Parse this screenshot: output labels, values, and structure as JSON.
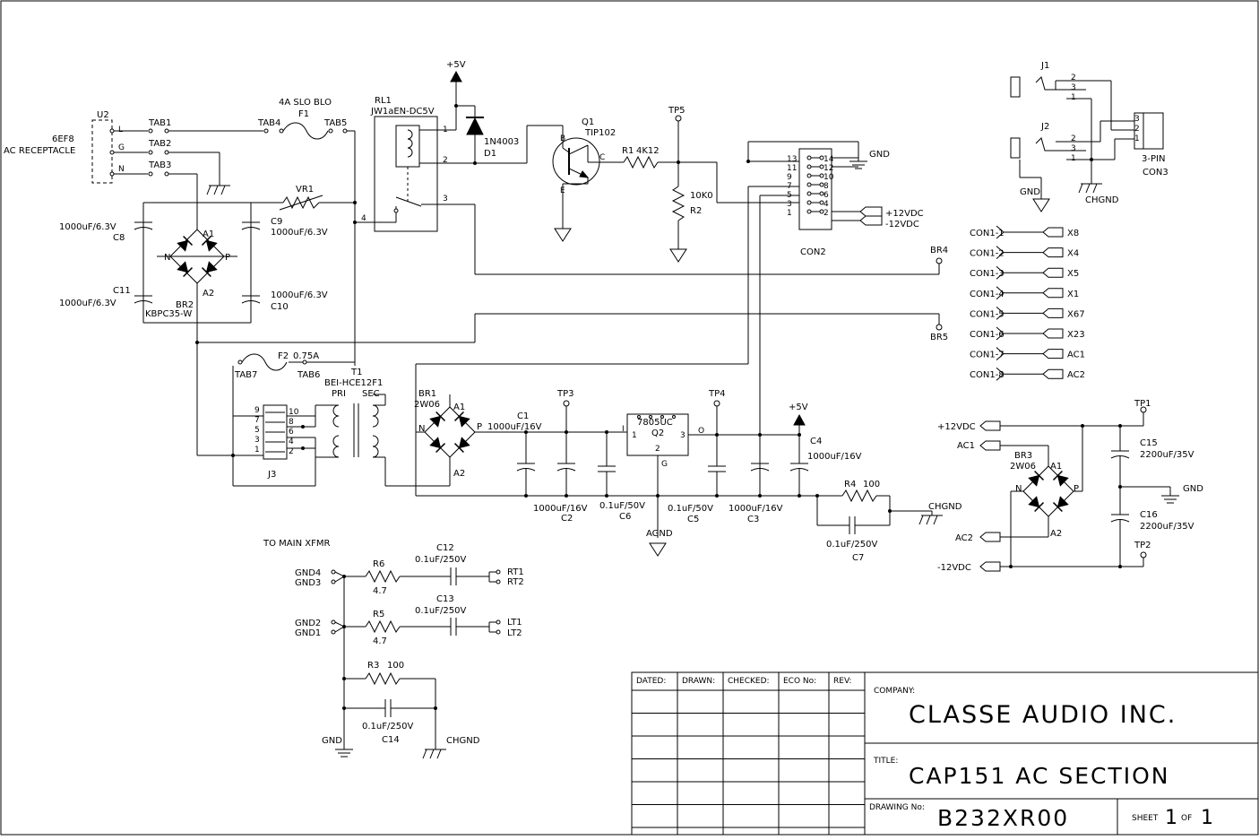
{
  "labels": {
    "U2": {
      "ref": "U2",
      "part": "6EF8",
      "desc": "AC RECEPTACLE",
      "pinL": "L",
      "pinG": "G",
      "pinN": "N"
    },
    "TAB1": "TAB1",
    "TAB2": "TAB2",
    "TAB3": "TAB3",
    "TAB4": "TAB4",
    "TAB5": "TAB5",
    "TAB6": "TAB6",
    "TAB7": "TAB7",
    "F1": {
      "ref": "F1",
      "value": "4A SLO BLO"
    },
    "F2": {
      "ref": "F2",
      "value": "0.75A"
    },
    "VR1": "VR1",
    "C8": {
      "ref": "C8",
      "value": "1000uF/6.3V"
    },
    "C9": {
      "ref": "C9",
      "value": "1000uF/6.3V"
    },
    "C10": {
      "ref": "C10",
      "value": "1000uF/6.3V"
    },
    "C11": {
      "ref": "C11",
      "value": "1000uF/6.3V"
    },
    "BR2": {
      "ref": "BR2",
      "part": "KBPC35-W",
      "a1": "A1",
      "a2": "A2",
      "n": "N",
      "p": "P"
    },
    "RL1": {
      "ref": "RL1",
      "part": "JW1aEN-DC5V",
      "p1": "1",
      "p2": "2",
      "p3": "3",
      "p4": "4"
    },
    "D1": {
      "ref": "D1",
      "part": "1N4003"
    },
    "plus5v_top": "+5V",
    "Q1": {
      "ref": "Q1",
      "part": "TIP102",
      "b": "B",
      "c": "C",
      "e": "E"
    },
    "R1": {
      "ref": "R1",
      "value": "4K12"
    },
    "TP5": "TP5",
    "R2": {
      "ref": "R2",
      "value": "10K0"
    },
    "CON2": {
      "ref": "CON2",
      "gnd": "GND",
      "p12": "+12VDC",
      "m12": "-12VDC",
      "pinsLeft": [
        "13",
        "11",
        "9",
        "7",
        "5",
        "3",
        "1"
      ],
      "pinsRight": [
        "14",
        "12",
        "10",
        "8",
        "6",
        "4",
        "2"
      ]
    },
    "BR4": "BR4",
    "BR5": "BR5",
    "T1": {
      "ref": "T1",
      "part": "BEI-HCE12F1",
      "pri": "PRI",
      "sec": "SEC"
    },
    "J3": {
      "ref": "J3",
      "pinsLeft": [
        "9",
        "7",
        "5",
        "3",
        "1"
      ],
      "pinsRight": [
        "10",
        "8",
        "6",
        "4",
        "2"
      ]
    },
    "BR1": {
      "ref": "BR1",
      "part": "2W06",
      "a1": "A1",
      "a2": "A2",
      "n": "N",
      "p": "P"
    },
    "TP3": "TP3",
    "TP4": "TP4",
    "C1top": {
      "ref": "C1",
      "value": "1000uF/16V"
    },
    "C2": {
      "ref": "C2",
      "value": "1000uF/16V"
    },
    "C6": {
      "ref": "C6",
      "value": "0.1uF/50V"
    },
    "Q2": {
      "ref": "Q2",
      "part": "7805UC",
      "i": "I",
      "o": "O",
      "g": "G",
      "p1": "1",
      "p2": "2",
      "p3": "3"
    },
    "C5": {
      "ref": "C5",
      "value": "0.1uF/50V"
    },
    "C3": {
      "ref": "C3",
      "value": "1000uF/16V"
    },
    "plus5v_mid": "+5V",
    "C4": {
      "ref": "C4",
      "value": "1000uF/16V"
    },
    "R4": {
      "ref": "R4",
      "value": "100"
    },
    "C7": {
      "ref": "C7",
      "value": "0.1uF/250V"
    },
    "CHGND_mid": "CHGND",
    "AGND": "AGND",
    "J1": {
      "ref": "J1",
      "p1": "1",
      "p2": "2",
      "p3": "3"
    },
    "J2": {
      "ref": "J2",
      "p1": "1",
      "p2": "2",
      "p3": "3"
    },
    "CON3": {
      "ref": "CON3",
      "part": "3-PIN",
      "p1": "1",
      "p2": "2",
      "p3": "3"
    },
    "GND_j": "GND",
    "CHGND_j": "CHGND",
    "con1": [
      {
        "pin": "CON1-1",
        "net": "X8"
      },
      {
        "pin": "CON1-2",
        "net": "X4"
      },
      {
        "pin": "CON1-3",
        "net": "X5"
      },
      {
        "pin": "CON1-4",
        "net": "X1"
      },
      {
        "pin": "CON1-5",
        "net": "X67"
      },
      {
        "pin": "CON1-6",
        "net": "X23"
      },
      {
        "pin": "CON1-7",
        "net": "AC1"
      },
      {
        "pin": "CON1-8",
        "net": "AC2"
      }
    ],
    "TP1": "TP1",
    "TP2": "TP2",
    "p12vdc": "+12VDC",
    "m12vdc": "-12VDC",
    "AC1": "AC1",
    "AC2": "AC2",
    "BR3": {
      "ref": "BR3",
      "part": "2W06",
      "a1": "A1",
      "a2": "A2",
      "n": "N",
      "p": "P"
    },
    "C15": {
      "ref": "C15",
      "value": "2200uF/35V"
    },
    "C16": {
      "ref": "C16",
      "value": "2200uF/35V"
    },
    "GND_r": "GND",
    "to_main": "TO MAIN XFMR",
    "GND4": "GND4",
    "GND3": "GND3",
    "GND2": "GND2",
    "GND1": "GND1",
    "R6": {
      "ref": "R6",
      "value": "4.7"
    },
    "R5": {
      "ref": "R5",
      "value": "4.7"
    },
    "C12": {
      "ref": "C12",
      "value": "0.1uF/250V"
    },
    "C13": {
      "ref": "C13",
      "value": "0.1uF/250V"
    },
    "RT1": "RT1",
    "RT2": "RT2",
    "LT1": "LT1",
    "LT2": "LT2",
    "R3": {
      "ref": "R3",
      "value": "100"
    },
    "C14": {
      "ref": "C14",
      "value": "0.1uF/250V"
    },
    "GND_b": "GND",
    "CHGND_b": "CHGND"
  },
  "title_block": {
    "headers": [
      "DATED:",
      "DRAWN:",
      "CHECKED:",
      "ECO No:",
      "REV:"
    ],
    "company_label": "COMPANY:",
    "company": "CLASSE AUDIO INC.",
    "title_label": "TITLE:",
    "title": "CAP151 AC SECTION",
    "drawing_label": "DRAWING No:",
    "drawing_no": "B232XR00",
    "sheet_label": "SHEET",
    "sheet_no": "1",
    "of_label": "OF",
    "sheet_total": "1"
  }
}
